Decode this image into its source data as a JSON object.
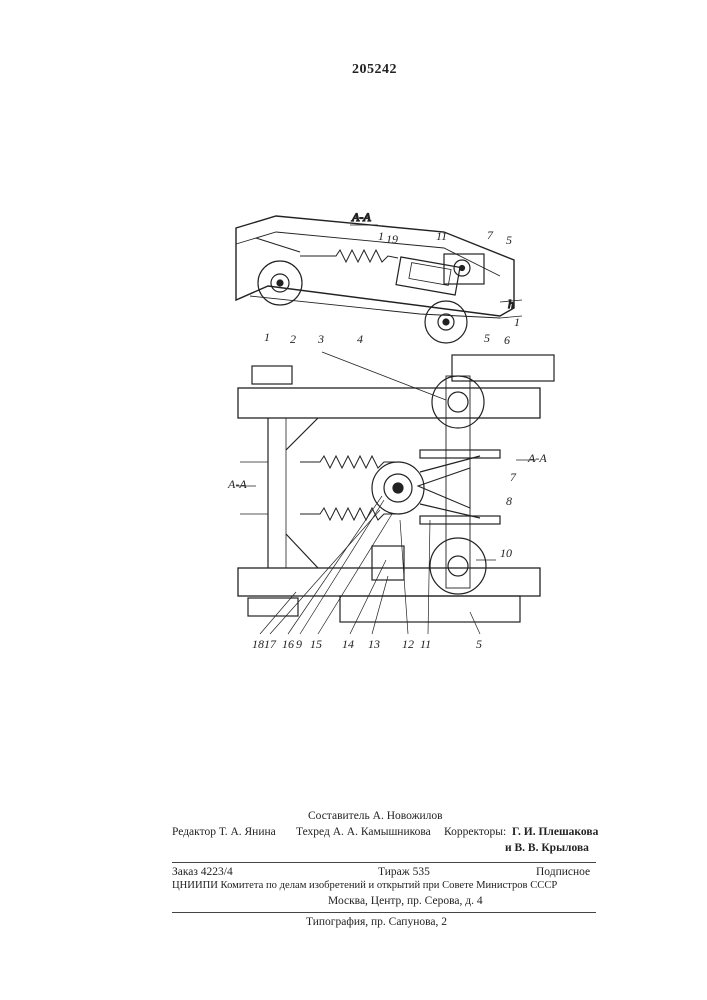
{
  "patent_number": "205242",
  "section_label": "А-А",
  "dimension_label": "h",
  "callouts": [
    "1",
    "2",
    "3",
    "4",
    "5",
    "6",
    "7",
    "8",
    "9",
    "10",
    "11",
    "12",
    "13",
    "14",
    "15",
    "16",
    "17",
    "18",
    "19"
  ],
  "credits": {
    "compiler": "Составитель А. Новожилов",
    "editor": "Редактор Т. А. Янина",
    "tech_editor": "Техред А. А. Камышникова",
    "correctors_label": "Корректоры:",
    "corrector_1": "Г. И. Плешакова",
    "corrector_2": "и В. В. Крылова"
  },
  "imprint": {
    "order": "Заказ 4223/4",
    "circulation": "Тираж 535",
    "subscription": "Подписное",
    "institute": "ЦНИИПИ Комитета по делам изобретений и открытий при Совете Министров СССР",
    "address": "Москва, Центр, пр. Серова, д. 4",
    "printer": "Типография, пр. Сапунова, 2"
  }
}
